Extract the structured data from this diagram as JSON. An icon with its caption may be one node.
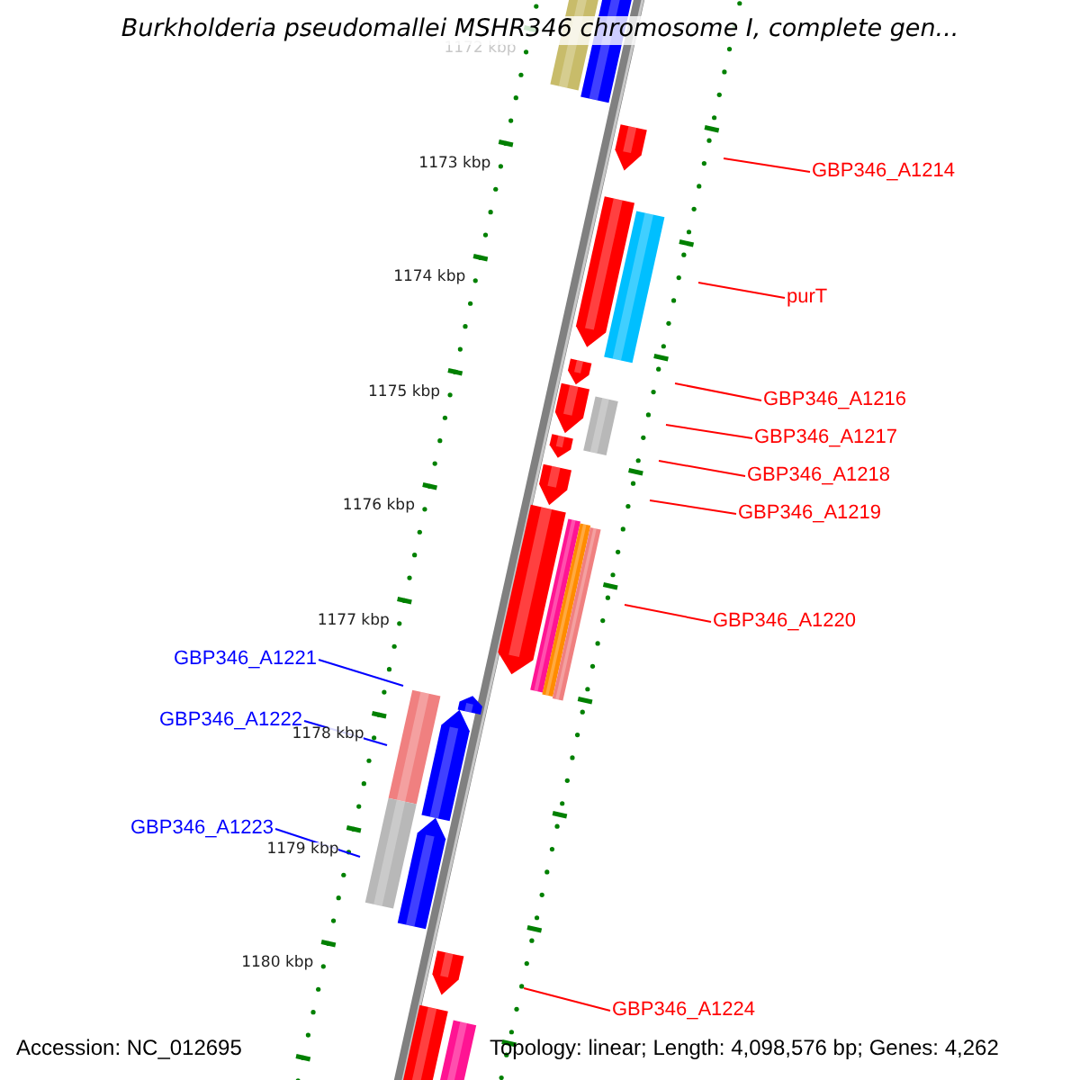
{
  "diagram": {
    "title": "Burkholderia pseudomallei MSHR346 chromosome I, complete gen...",
    "nodes": [
      {
        "text": [
          "GBP346_A1214"
        ]
      },
      {
        "text": [
          "purT"
        ]
      },
      {
        "text": [
          "GBP346_A1216"
        ]
      },
      {
        "text": [
          "GBP346_A1217"
        ]
      },
      {
        "text": [
          "GBP346_A1218"
        ]
      },
      {
        "text": [
          "GBP346_A1219"
        ]
      },
      {
        "text": [
          "GBP346_A1220"
        ]
      },
      {
        "text": [
          "GBP346_A1221"
        ]
      },
      {
        "text": [
          "GBP346_A1222"
        ]
      },
      {
        "text": [
          "GBP346_A1223"
        ]
      },
      {
        "text": [
          "GBP346_A1224"
        ]
      }
    ],
    "edges": [
      {
        "from": 0,
        "to": null,
        "arrow": "none"
      },
      {
        "from": 1,
        "to": null,
        "arrow": "none"
      },
      {
        "from": 2,
        "to": null,
        "arrow": "none"
      },
      {
        "from": 3,
        "to": null,
        "arrow": "none"
      },
      {
        "from": 4,
        "to": null,
        "arrow": "none"
      },
      {
        "from": 5,
        "to": null,
        "arrow": "none"
      },
      {
        "from": 6,
        "to": null,
        "arrow": "none"
      },
      {
        "from": 7,
        "to": null,
        "arrow": "none",
        "color": "#0000ff"
      },
      {
        "from": 8,
        "to": null,
        "arrow": "none",
        "color": "#0000ff"
      },
      {
        "from": 9,
        "to": null,
        "arrow": "none",
        "color": "#0000ff"
      },
      {
        "from": 10,
        "to": null,
        "arrow": "none"
      }
    ],
    "labels": [
      "1172 kbp",
      "1173 kbp",
      "1174 kbp",
      "1175 kbp",
      "1176 kbp",
      "1177 kbp",
      "1178 kbp",
      "1179 kbp",
      "1180 kbp",
      "Accession: NC_012695",
      "Topology: linear; Length: 4,098,576 bp; Genes: 4,262"
    ]
  }
}
